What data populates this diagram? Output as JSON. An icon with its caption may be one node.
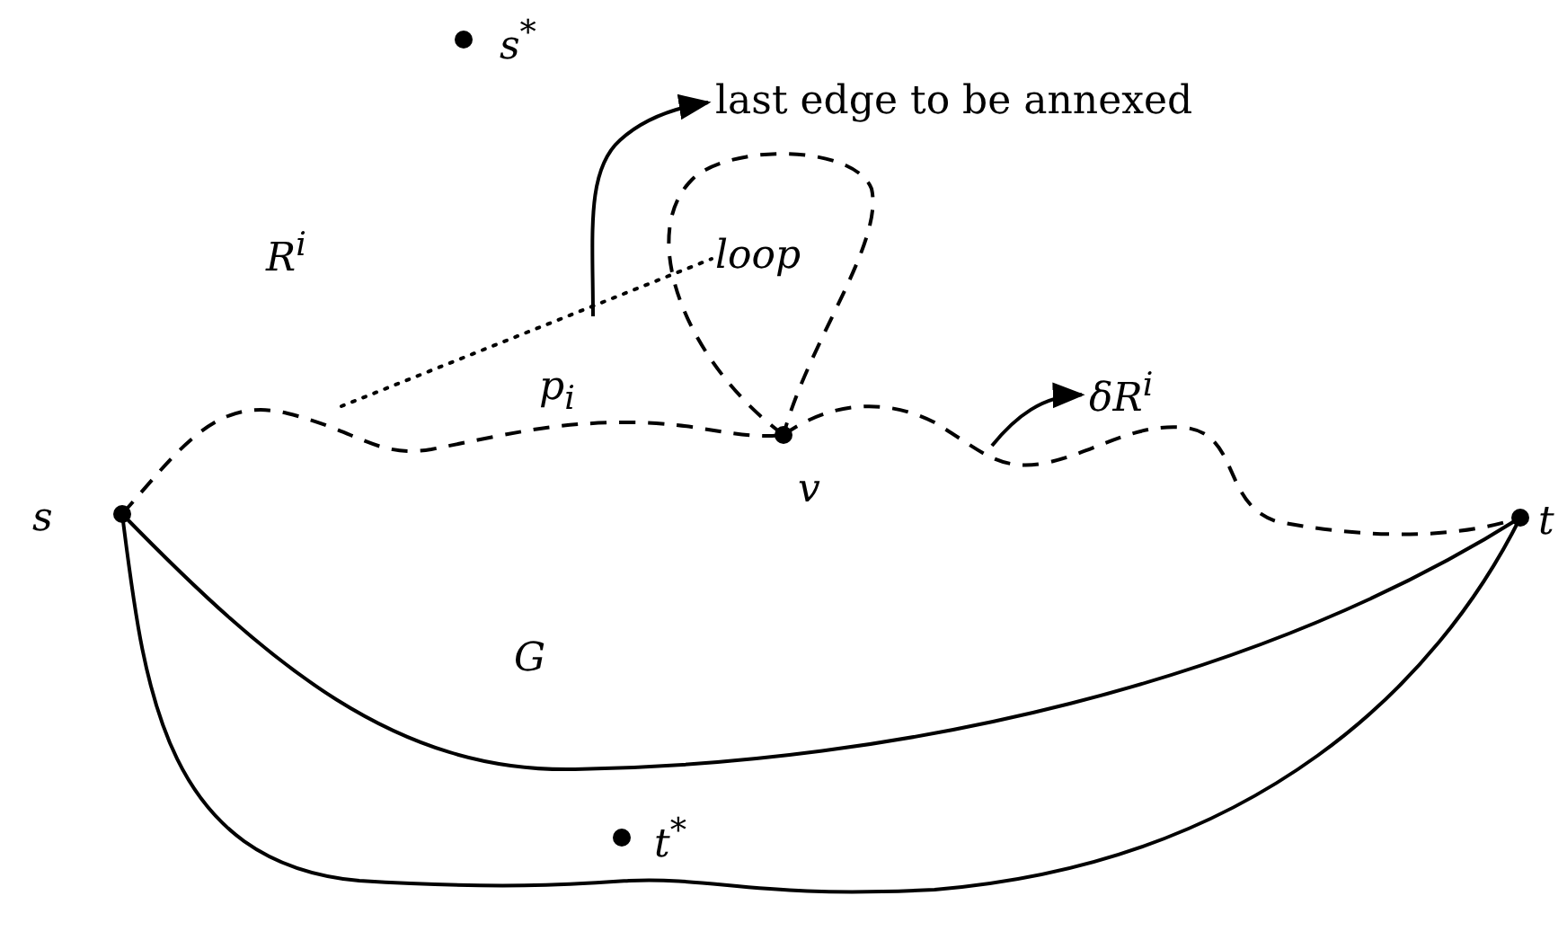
{
  "diagram": {
    "nodes": [
      {
        "text": [],
        "shape": "circle",
        "beside": [
          "s$^{*}$"
        ]
      },
      {
        "text": [
          "last edge to be annexed"
        ]
      },
      {
        "text": [
          "δR$^{i}$"
        ]
      },
      {
        "text": [],
        "shape": "circle",
        "beside": [
          "s"
        ]
      },
      {
        "text": [],
        "shape": "circle",
        "beside": [
          "v"
        ]
      },
      {
        "text": [],
        "shape": "circle",
        "beside": [
          "t"
        ]
      },
      {
        "text": [],
        "shape": "circle",
        "beside": [
          "t$^{*}$"
        ]
      }
    ],
    "edges": [
      {
        "from": 3,
        "to": 4,
        "arrow": "none",
        "style": "dashed",
        "label": "p$_{i}$"
      },
      {
        "from": 4,
        "to": 5,
        "arrow": "none",
        "style": "dashed"
      },
      {
        "from": 4,
        "to": 4,
        "arrow": "none",
        "style": "dashed",
        "label": "loop"
      },
      {
        "from": 3,
        "to": 5,
        "arrow": "none"
      },
      {
        "from": 3,
        "to": 5,
        "arrow": "none"
      },
      {
        "from": null,
        "to": 1,
        "arrow": "to"
      },
      {
        "from": null,
        "to": 2,
        "arrow": "to"
      }
    ],
    "labels": [
      "R$^{i}$",
      "G"
    ]
  }
}
